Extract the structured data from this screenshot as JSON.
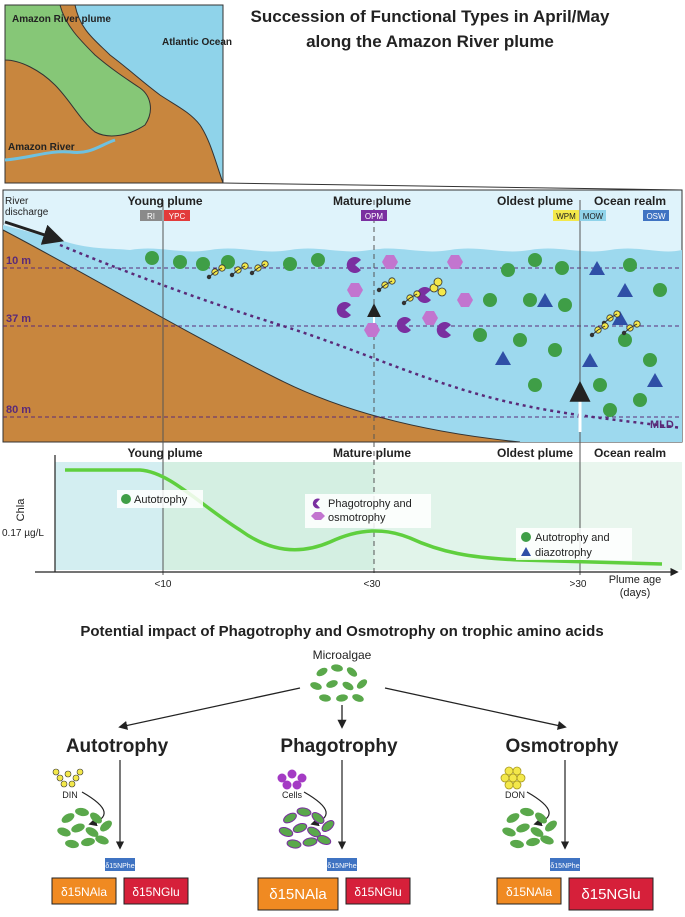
{
  "map": {
    "labels": [
      "Amazon River plume",
      "Atlantic Ocean",
      "Amazon River"
    ],
    "colors": {
      "land": "#c8863e",
      "ocean": "#8fd3ea",
      "plume": "#86c777",
      "river": "#6fc1df"
    }
  },
  "title": {
    "line1": "Succession of Functional Types in April/May",
    "line2": "along the Amazon River plume"
  },
  "section_cross": {
    "river_discharge": [
      "River",
      "discharge"
    ],
    "stage_headers": [
      "Young plume",
      "Mature plume",
      "Oldest plume",
      "Ocean realm"
    ],
    "tags": [
      {
        "label": "RI",
        "color": "#8a8a8a"
      },
      {
        "label": "YPC",
        "color": "#e23b3b"
      },
      {
        "label": "OPM",
        "color": "#7a2fa0"
      },
      {
        "label": "WPM",
        "color": "#f3e84a"
      },
      {
        "label": "MOW",
        "color": "#8fd3ea"
      },
      {
        "label": "OSW",
        "color": "#3f73c2"
      }
    ],
    "depths": [
      "10 m",
      "37 m",
      "80 m"
    ],
    "mld_label": "MLD",
    "colors": {
      "water": "#9dd9ee",
      "sky": "#dff3fb",
      "land": "#c8863e",
      "autotroph": "#3f9e47",
      "phago": "#7a2fa0",
      "osmo": "#c275cf",
      "diazo": "#2f4fa6",
      "don": "#f3e84a",
      "depth_line": "#5a2a78"
    }
  },
  "section_chla": {
    "y_axis_label": "Chla",
    "y_tick": "0.17 µg/L",
    "stage_headers": [
      "Young plume",
      "Mature plume",
      "Oldest plume",
      "Ocean realm"
    ],
    "x_ticks": [
      "<10",
      "<30",
      ">30"
    ],
    "x_axis_label": [
      "Plume age",
      "(days)"
    ],
    "annotations": [
      "Autotrophy",
      "Phagotrophy and",
      "osmotrophy",
      "Autotrophy and",
      "diazotrophy"
    ],
    "line_color": "#5fcf3e"
  },
  "section_impact": {
    "title": "Potential impact of Phagotrophy and Osmotrophy on trophic amino acids",
    "source_label": "Microalgae",
    "columns": [
      {
        "title": "Autotrophy",
        "substrate": "DIN"
      },
      {
        "title": "Phagotrophy",
        "substrate": "Cells"
      },
      {
        "title": "Osmotrophy",
        "substrate": "DON"
      }
    ],
    "phe_label": "δ15NPhe",
    "ala_label": "δ15NAla",
    "glu_label": "δ15NGlu",
    "colors": {
      "phe": "#3f73c2",
      "ala": "#f08a22",
      "glu": "#d6203a",
      "cell": "#5aa84b"
    }
  }
}
